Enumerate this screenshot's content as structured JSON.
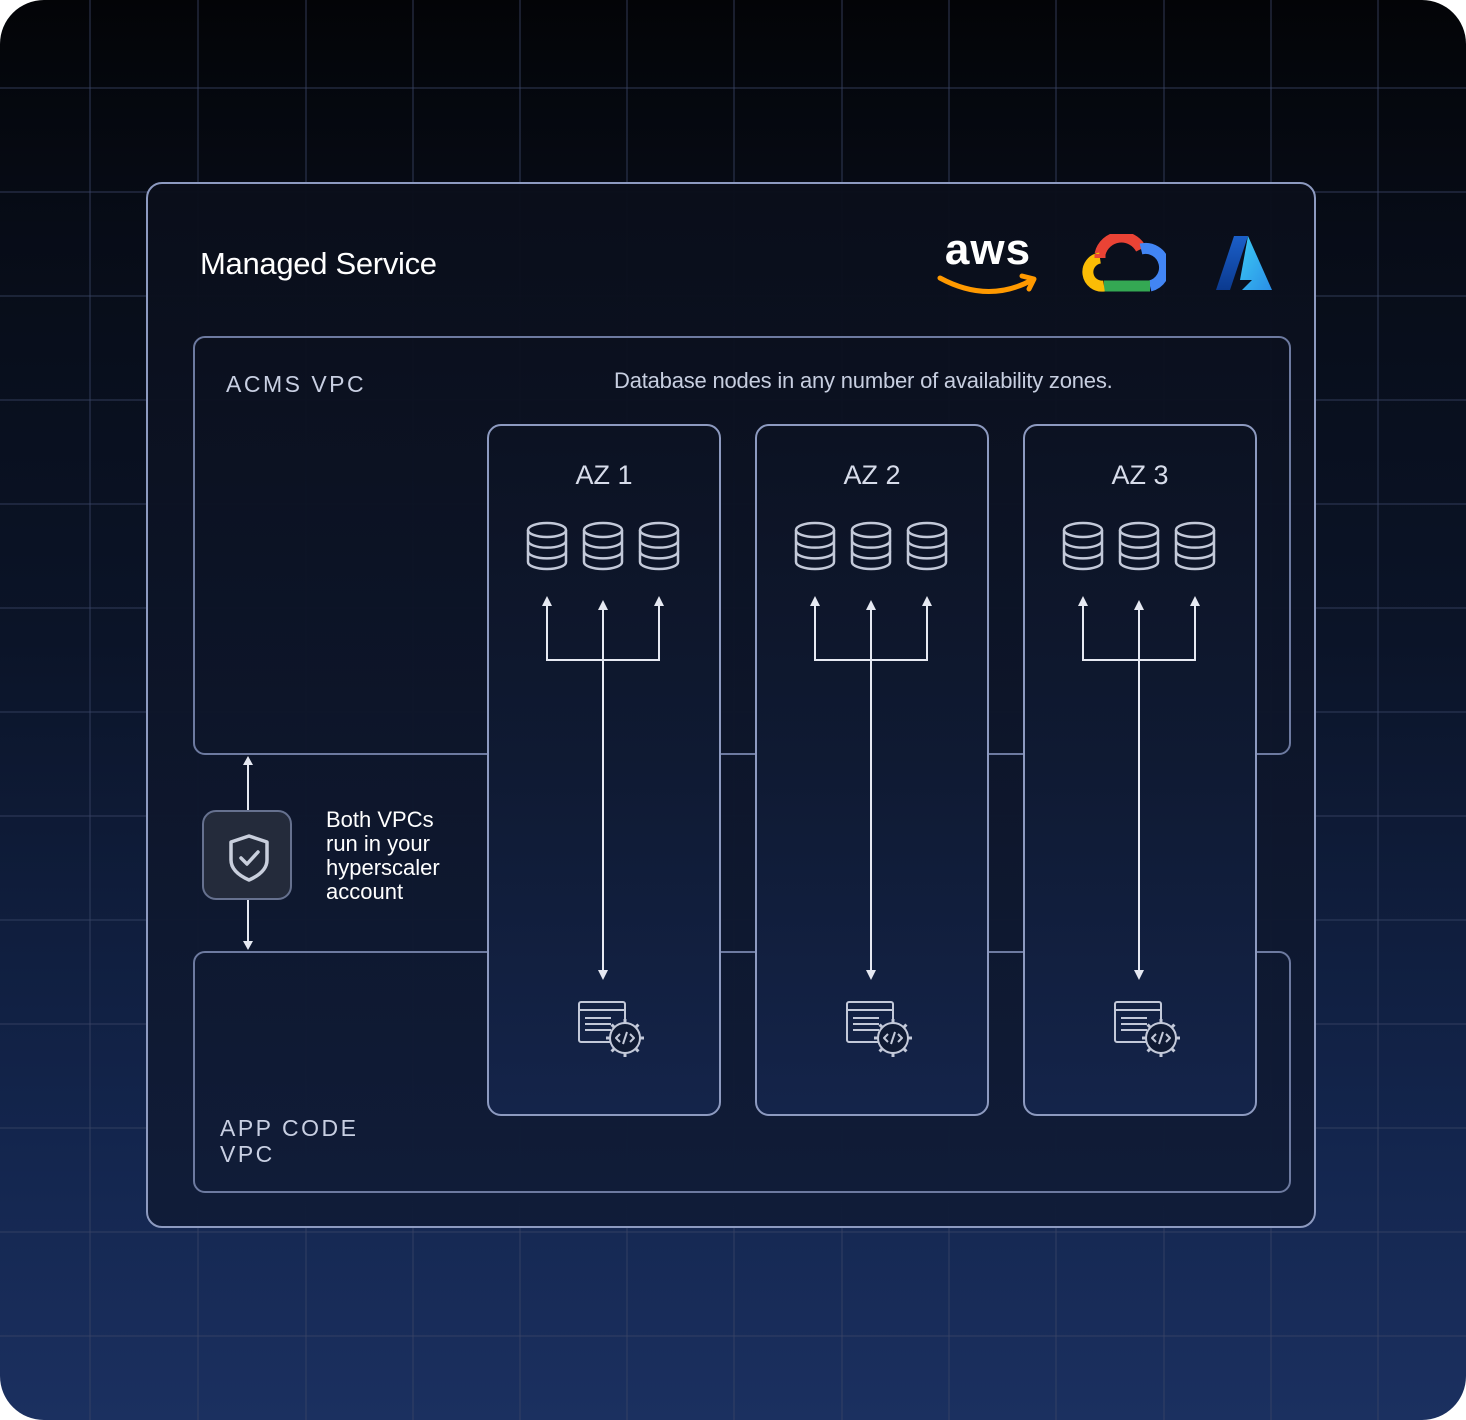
{
  "header": {
    "title": "Managed Service",
    "providers": [
      {
        "name": "aws",
        "icon": "aws-logo"
      },
      {
        "name": "Google Cloud",
        "icon": "google-cloud-logo"
      },
      {
        "name": "Azure",
        "icon": "azure-logo"
      }
    ]
  },
  "acms_vpc": {
    "label": "ACMS VPC",
    "description": "Database nodes in any number of availability zones."
  },
  "app_vpc": {
    "label_line1": "APP CODE",
    "label_line2": "VPC"
  },
  "peering": {
    "icon": "shield-check-icon",
    "text_lines": [
      "Both VPCs",
      "run in your",
      "hyperscaler",
      "account"
    ]
  },
  "zones": [
    {
      "label": "AZ 1",
      "db_node_count": 3,
      "app_icon": "code-document-icon"
    },
    {
      "label": "AZ 2",
      "db_node_count": 3,
      "app_icon": "code-document-icon"
    },
    {
      "label": "AZ 3",
      "db_node_count": 3,
      "app_icon": "code-document-icon"
    }
  ],
  "colors": {
    "line": "#8d9ac0",
    "text_muted": "#c7cee0",
    "aws_orange": "#ff9900",
    "azure_blue": "#1f7bd8"
  }
}
